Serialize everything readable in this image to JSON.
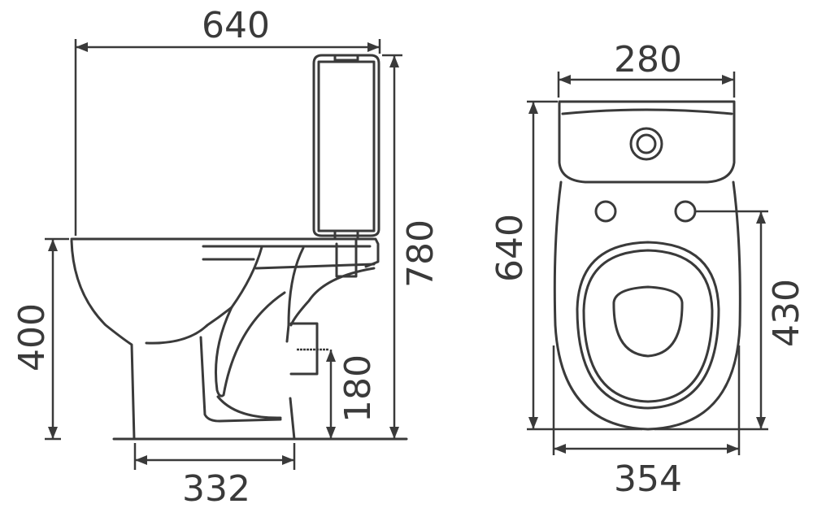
{
  "title": "Toilet dimensions drawing",
  "side_view": {
    "overall_length": "640",
    "overall_height": "780",
    "seat_height": "400",
    "outlet_height": "180",
    "base_length": "332"
  },
  "top_view": {
    "tank_width": "280",
    "overall_depth": "640",
    "fixing_hole_distance": "430",
    "bowl_width": "354"
  },
  "colors": {
    "line": "#3a3a3a",
    "background": "#ffffff"
  }
}
